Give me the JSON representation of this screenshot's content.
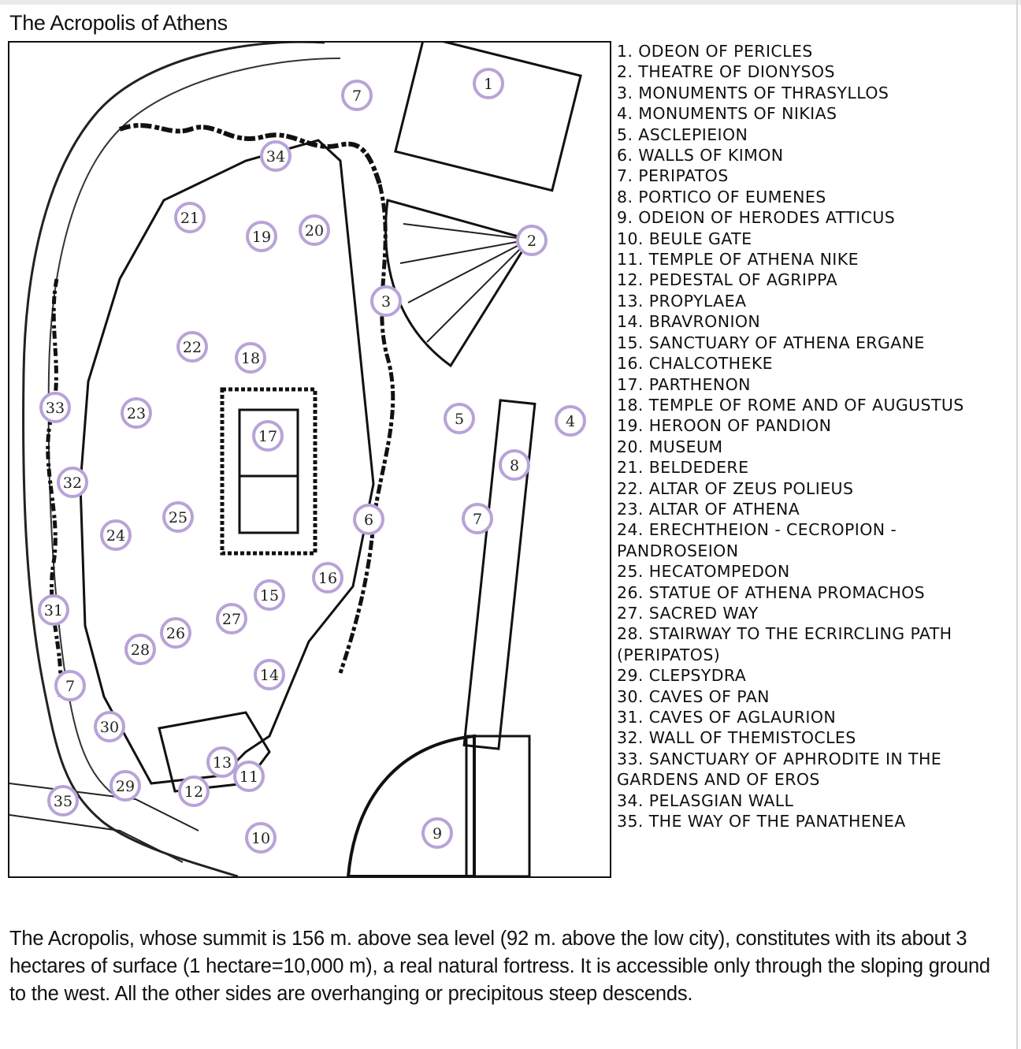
{
  "title": "The Acropolis of Athens",
  "legend": [
    "1. ODEON OF PERICLES",
    "2. THEATRE OF DIONYSOS",
    "3. MONUMENTS OF THRASYLLOS",
    "4. MONUMENTS OF NIKIAS",
    "5. ASCLEPIEION",
    "6. WALLS OF KIMON",
    "7. PERIPATOS",
    "8. PORTICO OF EUMENES",
    "9. ODEION OF HERODES ATTICUS",
    "10. BEULE GATE",
    "11. TEMPLE OF ATHENA NIKE",
    "12. PEDESTAL OF AGRIPPA",
    "13. PROPYLAEA",
    "14. BRAVRONION",
    "15. SANCTUARY OF ATHENA ERGANE",
    "16. CHALCOTHEKE",
    "17. PARTHENON",
    "18. TEMPLE OF ROME AND OF AUGUSTUS",
    "19. HEROON OF PANDION",
    "20. MUSEUM",
    "21. BELDEDERE",
    "22. ALTAR OF ZEUS POLIEUS",
    "23. ALTAR OF ATHENA",
    "24. ERECHTHEION - CECROPION - PANDROSEION",
    "25. HECATOMPEDON",
    "26. STATUE OF ATHENA PROMACHOS",
    "27. SACRED WAY",
    "28. STAIRWAY TO THE ECRIRCLING PATH (PERIPATOS)",
    "29. CLEPSYDRA",
    "30. CAVES OF PAN",
    "31. CAVES OF AGLAURION",
    "32. WALL OF THEMISTOCLES",
    "33. SANCTUARY OF APHRODITE IN THE GARDENS AND OF EROS",
    "34. PELASGIAN WALL",
    "35. THE WAY OF THE PANATHENEA"
  ],
  "map_markers": [
    "1",
    "2",
    "3",
    "4",
    "5",
    "6",
    "7",
    "7",
    "7",
    "8",
    "9",
    "10",
    "11",
    "12",
    "13",
    "14",
    "15",
    "16",
    "17",
    "18",
    "19",
    "20",
    "21",
    "22",
    "23",
    "24",
    "25",
    "26",
    "27",
    "28",
    "29",
    "30",
    "31",
    "32",
    "33",
    "34",
    "35"
  ],
  "description": "The Acropolis, whose summit is 156 m. above sea level (92 m. above the low city), constitutes with its about 3 hectares of surface (1 hectare=10,000 m), a real natural fortress. It is accessible only through the sloping ground to the west. All the other sides are overhanging or precipitous steep descends.",
  "colors": {
    "marker_ring": "#b8a3d8",
    "ink": "#111111"
  }
}
